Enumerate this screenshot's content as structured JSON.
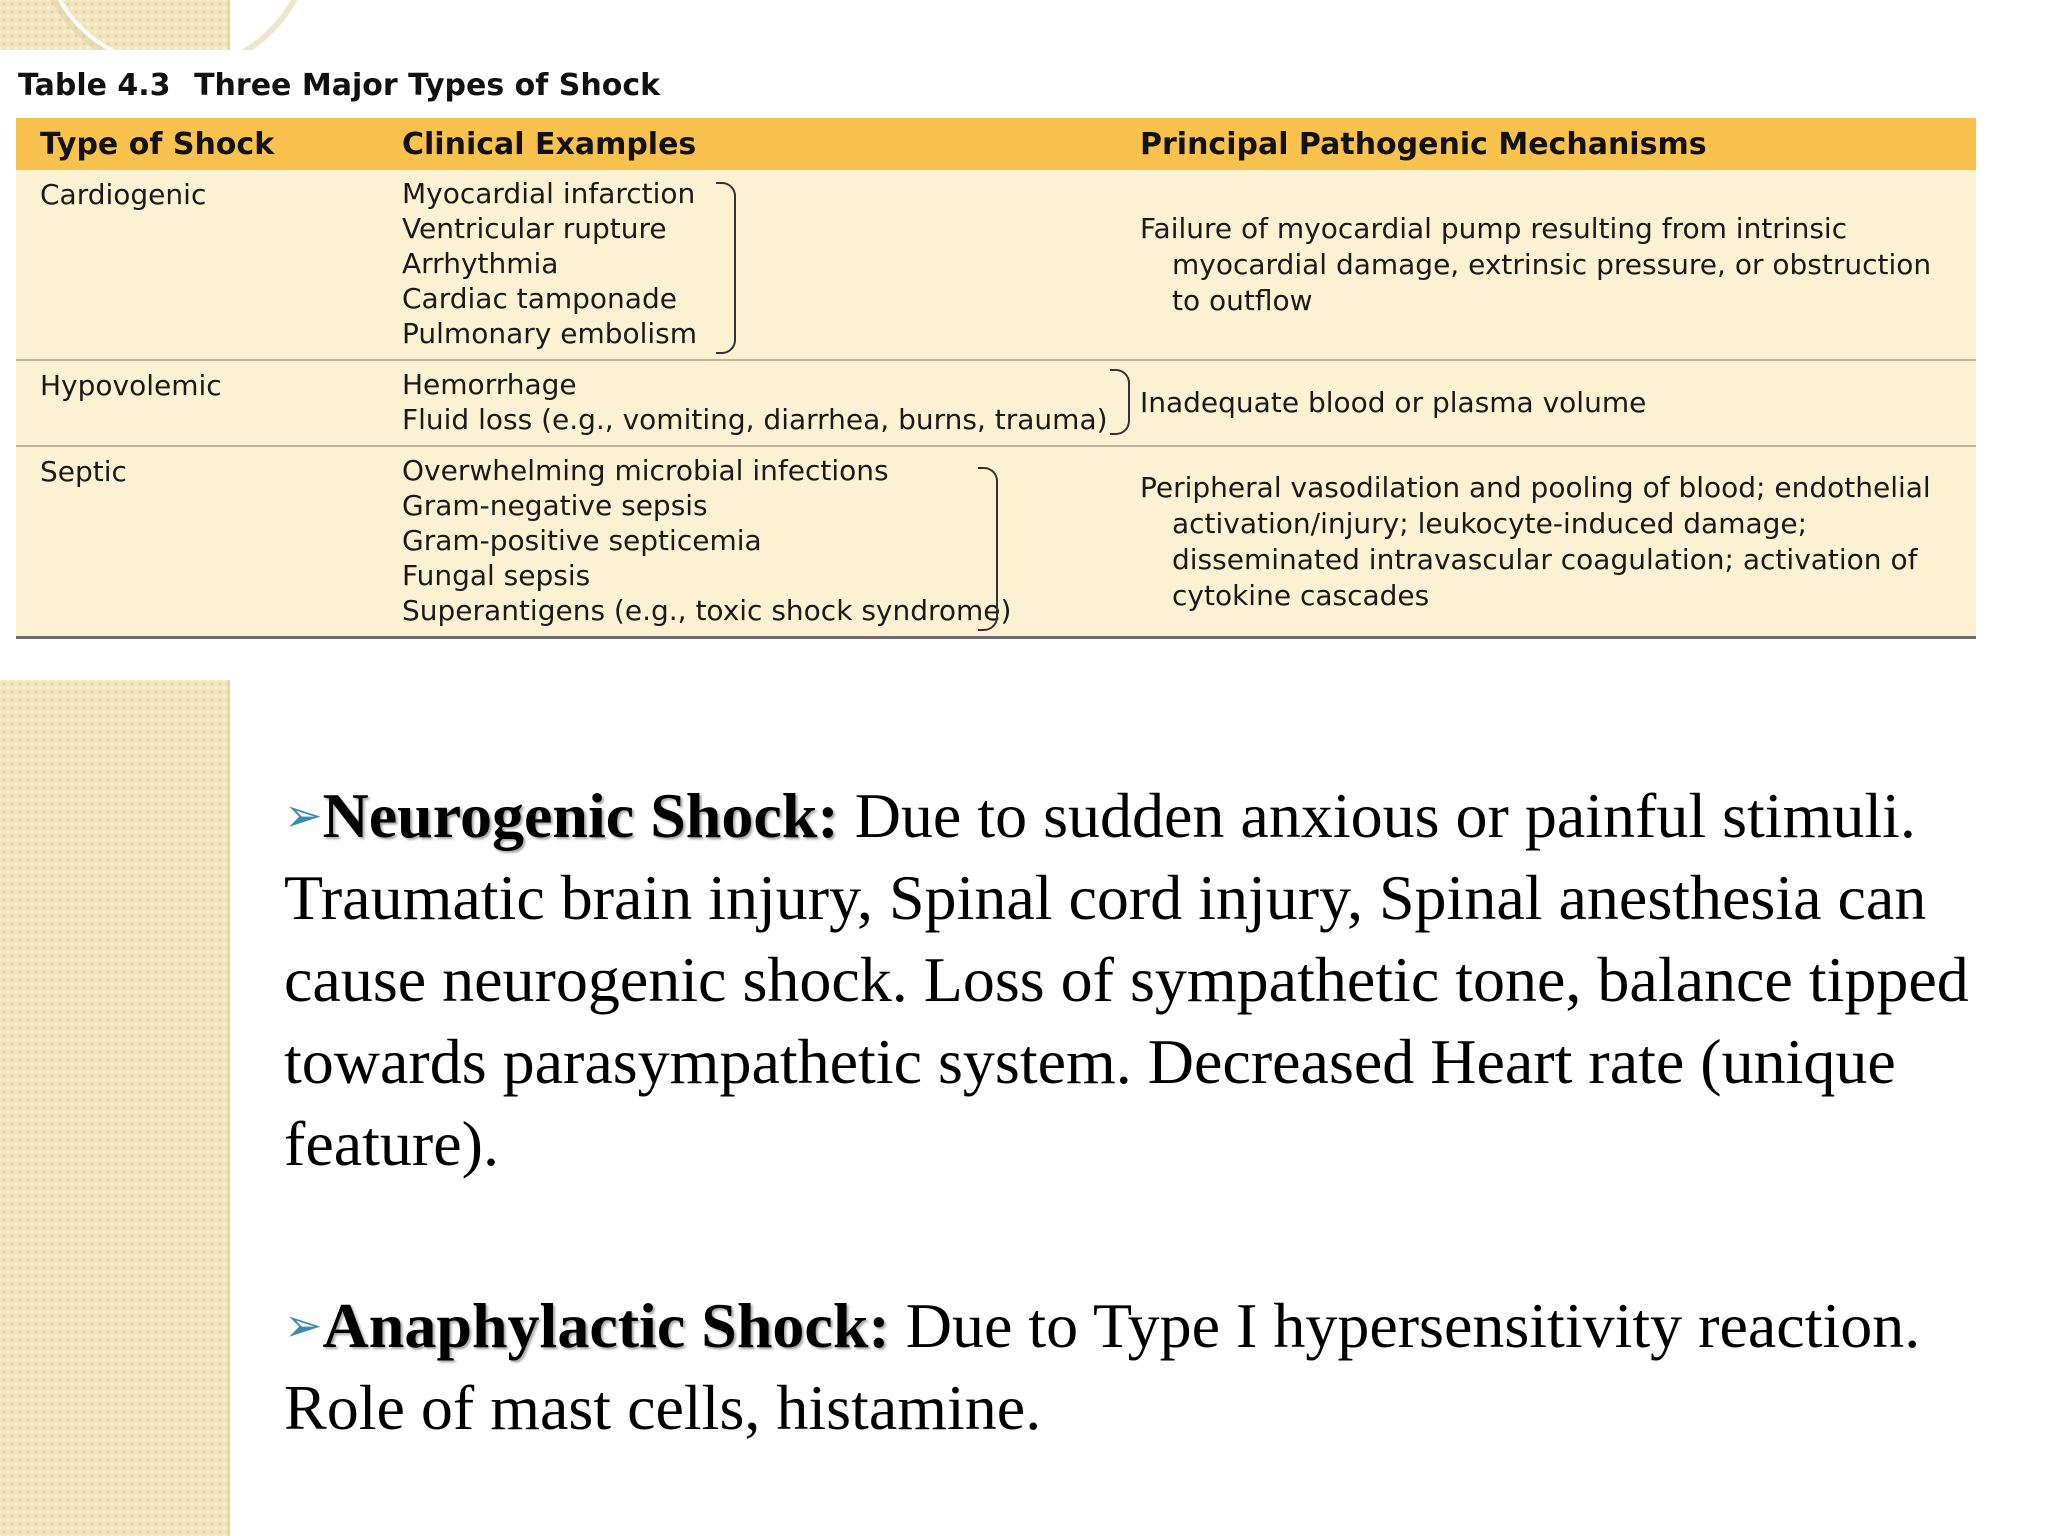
{
  "table": {
    "caption_number": "Table 4.3",
    "caption_title": "Three Major Types of Shock",
    "headers": [
      "Type of Shock",
      "Clinical Examples",
      "Principal Pathogenic Mechanisms"
    ],
    "rows": [
      {
        "type": "Cardiogenic",
        "examples": [
          "Myocardial infarction",
          "Ventricular rupture",
          "Arrhythmia",
          "Cardiac tamponade",
          "Pulmonary embolism"
        ],
        "mechanism": "Failure of myocardial pump resulting from intrinsic myocardial damage, extrinsic pressure, or obstruction to outflow"
      },
      {
        "type": "Hypovolemic",
        "examples": [
          "Hemorrhage",
          "Fluid loss (e.g., vomiting, diarrhea, burns, trauma)"
        ],
        "mechanism": "Inadequate blood or plasma volume"
      },
      {
        "type": "Septic",
        "examples": [
          "Overwhelming microbial infections",
          "Gram-negative sepsis",
          "Gram-positive septicemia",
          "Fungal sepsis",
          "Superantigens (e.g., toxic shock syndrome)"
        ],
        "mechanism": "Peripheral vasodilation and pooling of blood; endothelial activation/injury; leukocyte-induced damage; disseminated intravascular coagulation; activation of cytokine cascades"
      }
    ]
  },
  "bullets": [
    {
      "marker": "➢",
      "term": "Neurogenic Shock:",
      "text": " Due to sudden anxious or painful stimuli. Traumatic brain injury, Spinal cord injury, Spinal anesthesia can cause neurogenic  shock. Loss of sympathetic tone, balance tipped towards parasympathetic system. Decreased Heart rate (unique feature)."
    },
    {
      "marker": "➢",
      "term": "Anaphylactic Shock:",
      "text": " Due to Type I hypersensitivity reaction. Role of mast cells, histamine."
    }
  ]
}
